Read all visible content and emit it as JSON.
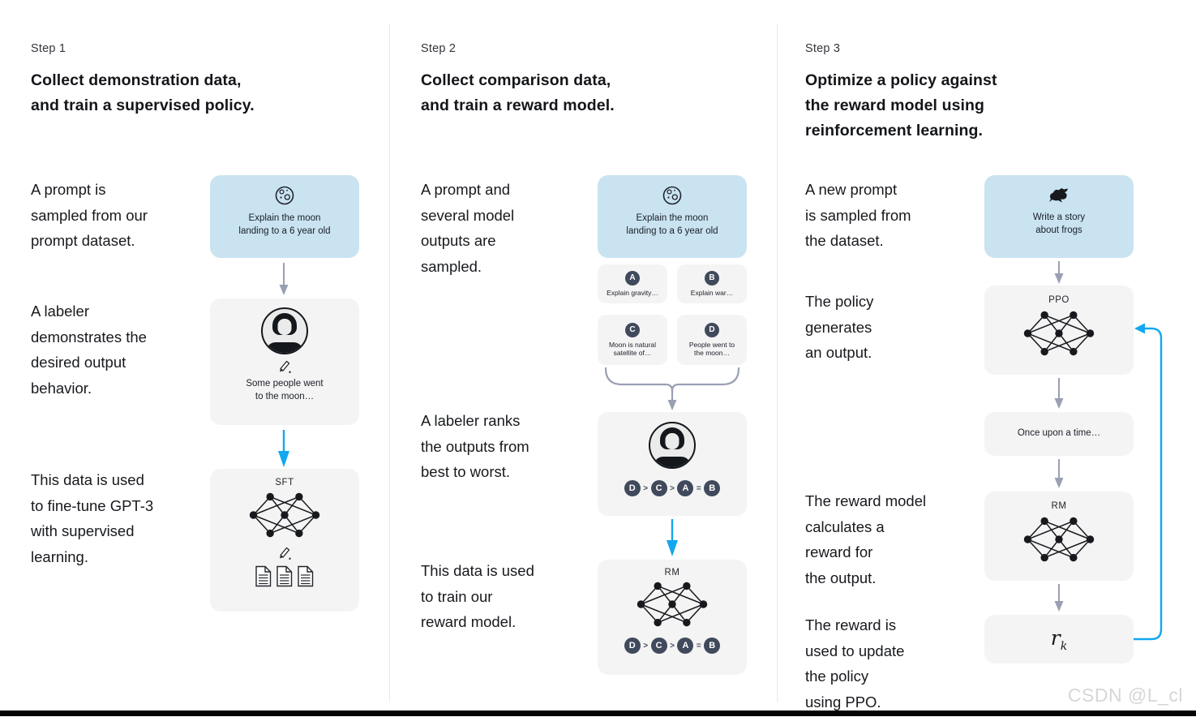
{
  "watermark": "CSDN @L_cl",
  "colors": {
    "accent_blue": "#12a7f0",
    "prompt_box_blue": "#c9e3f1",
    "panel_gray": "#f4f4f4",
    "badge_navy": "#404a5c",
    "arrow_gray": "#9aa0b4"
  },
  "columns": [
    {
      "step": "Step 1",
      "title": "Collect demonstration data,\nand train a supervised policy.",
      "captions": [
        "A prompt is\nsampled from our\nprompt dataset.",
        "A labeler\ndemonstrates the\ndesired output\nbehavior.",
        "This data is used\nto fine-tune GPT-3\nwith supervised\nlearning."
      ],
      "prompt_text": "Explain the moon\nlanding to a 6 year old",
      "labeler_output": "Some people went\nto the moon…",
      "model_label": "SFT"
    },
    {
      "step": "Step 2",
      "title": "Collect comparison data,\nand train a reward model.",
      "captions": [
        "A prompt and\nseveral model\noutputs are\nsampled.",
        "A labeler ranks\nthe outputs from\nbest to worst.",
        "This data is used\nto train our\nreward model."
      ],
      "prompt_text": "Explain the moon\nlanding to a 6 year old",
      "options": [
        {
          "letter": "A",
          "text": "Explain gravity…"
        },
        {
          "letter": "B",
          "text": "Explain war…"
        },
        {
          "letter": "C",
          "text": "Moon is natural\nsatellite of…"
        },
        {
          "letter": "D",
          "text": "People went to\nthe moon…"
        }
      ],
      "ranking": {
        "letters": [
          "D",
          "C",
          "A",
          "B"
        ],
        "ops": [
          ">",
          ">",
          "="
        ]
      },
      "model_label": "RM"
    },
    {
      "step": "Step 3",
      "title": "Optimize a policy against\nthe reward model using\nreinforcement learning.",
      "captions": [
        "A new prompt\nis sampled from\nthe dataset.",
        "The policy\ngenerates\nan output.",
        "The reward model\ncalculates a\nreward for\nthe output.",
        "The reward is\nused to update\nthe policy\nusing PPO."
      ],
      "prompt_text": "Write a story\nabout frogs",
      "policy_label": "PPO",
      "output_text": "Once upon a time…",
      "rm_label": "RM",
      "reward_symbol": "r",
      "reward_subscript": "k"
    }
  ]
}
